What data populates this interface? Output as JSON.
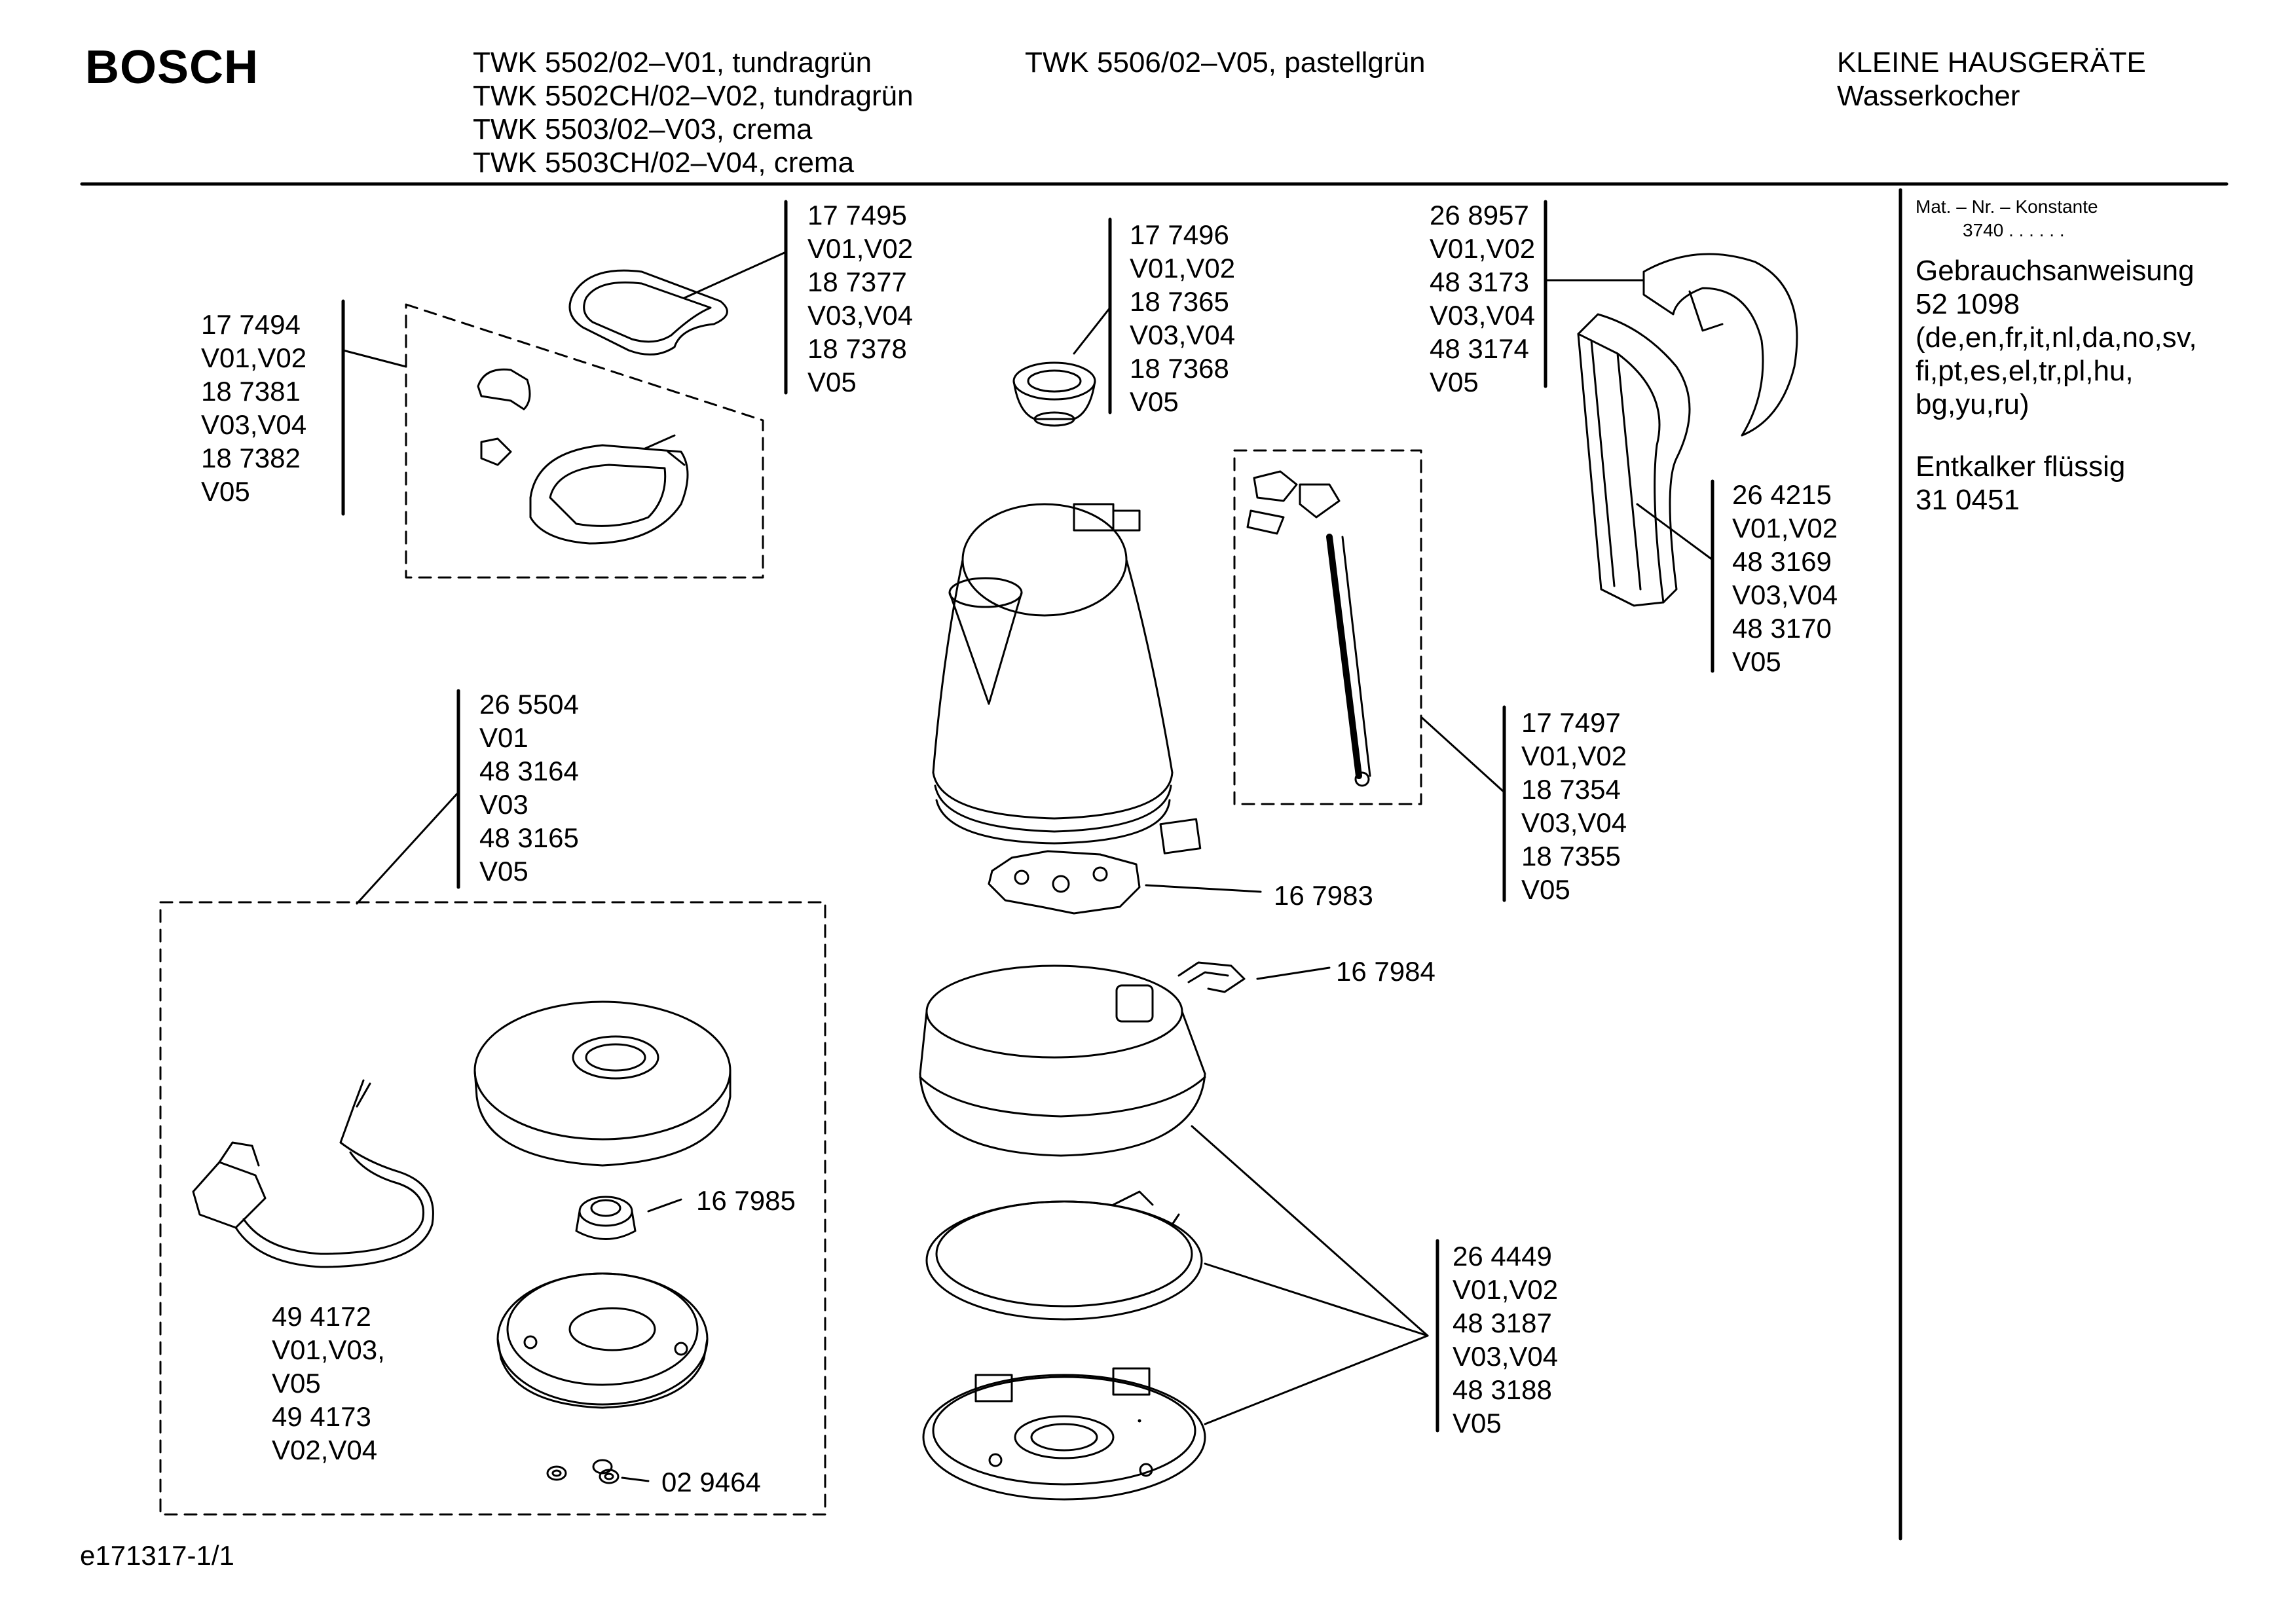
{
  "header": {
    "brand": "BOSCH",
    "models_col1": [
      "TWK 5502/02–V01, tundragrün",
      "TWK 5502CH/02–V02, tundragrün",
      "TWK 5503/02–V03, crema",
      "TWK 5503CH/02–V04, crema"
    ],
    "models_col2": [
      "TWK 5506/02–V05, pastellgrün"
    ],
    "category": [
      "KLEINE HAUSGERÄTE",
      "Wasserkocher"
    ]
  },
  "sidebar": {
    "mat_title": "Mat. – Nr. – Konstante",
    "mat_value": "3740 . . . . . .",
    "manual_label": "Gebrauchsanweisung",
    "manual_number": "52 1098",
    "manual_languages": [
      "(de,en,fr,it,nl,da,no,sv,",
      "fi,pt,es,el,tr,pl,hu,",
      "bg,yu,ru)"
    ],
    "descaler_label": "Entkalker flüssig",
    "descaler_number": "31 0451"
  },
  "parts": {
    "lid_seal": [
      "17 7495",
      "V01,V02",
      "18 7377",
      "V03,V04",
      "18 7378",
      "V05"
    ],
    "lid_assembly": [
      "17 7494",
      "V01,V02",
      "18 7381",
      "V03,V04",
      "18 7382",
      "V05"
    ],
    "spout_filter": [
      "17 7496",
      "V01,V02",
      "18 7365",
      "V03,V04",
      "18 7368",
      "V05"
    ],
    "handle_top": [
      "26 8957",
      "V01,V02",
      "48 3173",
      "V03,V04",
      "48 3174",
      "V05"
    ],
    "handle_inner": [
      "26 4215",
      "V01,V02",
      "48 3169",
      "V03,V04",
      "48 3170",
      "V05"
    ],
    "water_gauge": [
      "17 7497",
      "V01,V02",
      "18 7354",
      "V03,V04",
      "18 7355",
      "V05"
    ],
    "base_station": [
      "26 5504",
      "V01",
      "48 3164",
      "V03",
      "48  3165",
      "V05"
    ],
    "thermostat": "16 7983",
    "switch_bracket": "16 7984",
    "connector": "16 7985",
    "base_parts": [
      "26 4449",
      "V01,V02",
      "48 3187",
      "V03,V04",
      "48 3188",
      "V05"
    ],
    "power_cord": [
      "49 4172",
      "V01,V03,",
      "V05",
      "49 4173",
      "V02,V04"
    ],
    "feet": "02 9464"
  },
  "footer": {
    "doc_id": "e171317-1/1"
  }
}
